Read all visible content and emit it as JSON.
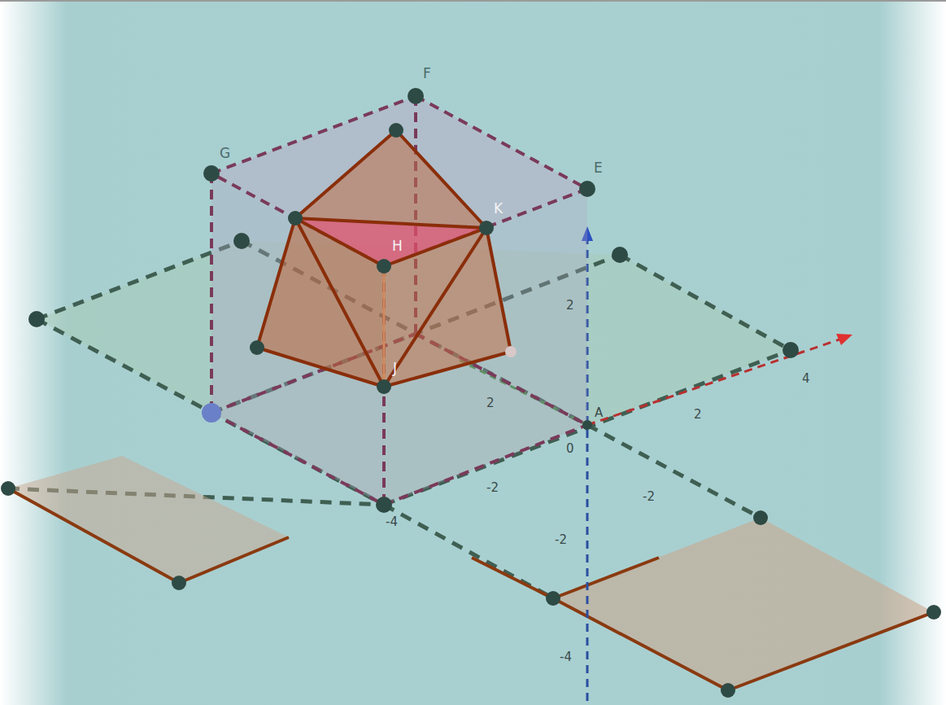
{
  "diagram": {
    "labels": [
      "F",
      "G",
      "E",
      "K",
      "H",
      "J",
      "A",
      "2",
      "2",
      "2",
      "4",
      "0",
      "-2",
      "-2",
      "-4",
      "-2",
      "-4"
    ]
  }
}
